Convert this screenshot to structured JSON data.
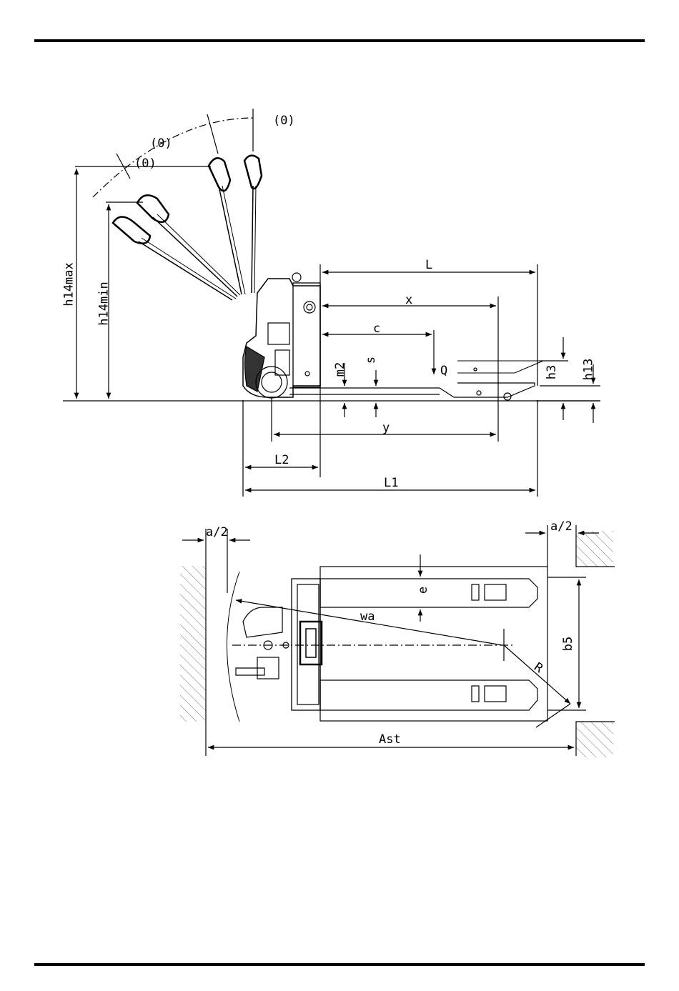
{
  "side_view": {
    "angle_top_right": "(0)",
    "angle_top_left": "(0)",
    "angle_mid": "(0)",
    "h14max": "h14max",
    "h14min": "h14min",
    "L": "L",
    "x": "x",
    "c": "c",
    "Q": "Q",
    "s": "s",
    "m2": "m2",
    "h3": "h3",
    "h13": "h13",
    "y": "y",
    "L2": "L2",
    "L1": "L1"
  },
  "top_view": {
    "a2_left": "a/2",
    "a2_right": "a/2",
    "e": "e",
    "wa": "wa",
    "R": "R",
    "b5": "b5",
    "Ast": "Ast"
  }
}
